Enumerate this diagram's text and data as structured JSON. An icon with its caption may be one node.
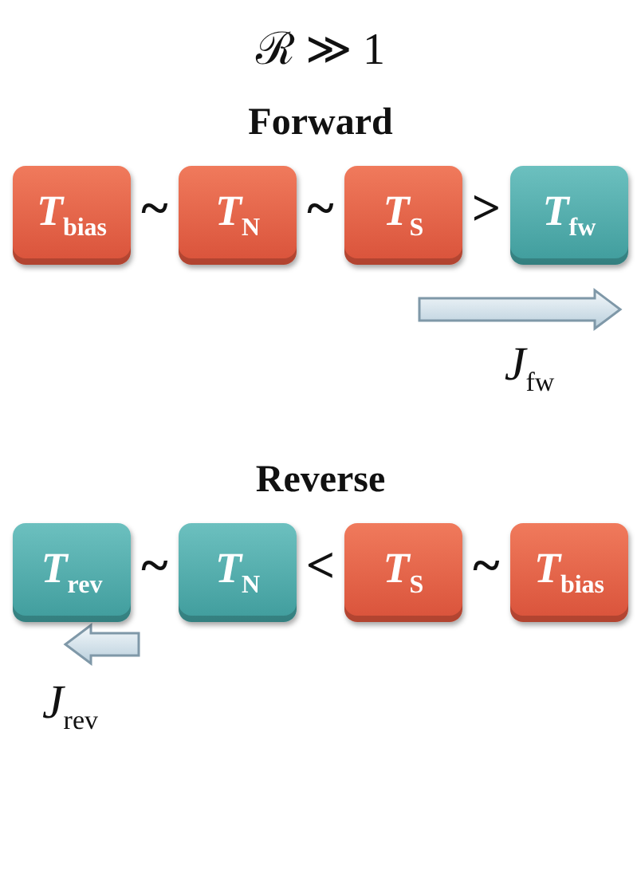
{
  "diagram": {
    "nodes": [
      {
        "text": [
          "*T*$_{bias}$"
        ]
      },
      {
        "text": [
          "*T*$_{N}$"
        ]
      },
      {
        "text": [
          "*T*$_{S}$"
        ]
      },
      {
        "text": [
          "*T*$_{fw}$"
        ]
      },
      {
        "text": [
          "*T*$_{rev}$"
        ]
      },
      {
        "text": [
          "*T*$_{N}$"
        ]
      },
      {
        "text": [
          "*T*$_{S}$"
        ]
      },
      {
        "text": [
          "*T*$_{bias}$"
        ]
      }
    ],
    "labels": [
      "ℛ ≫ 1",
      "Forward",
      "~",
      "~",
      ">",
      "*J*$_{fw}$",
      "Reverse",
      "~",
      "<",
      "~",
      "*J*$_{rev}$"
    ]
  }
}
